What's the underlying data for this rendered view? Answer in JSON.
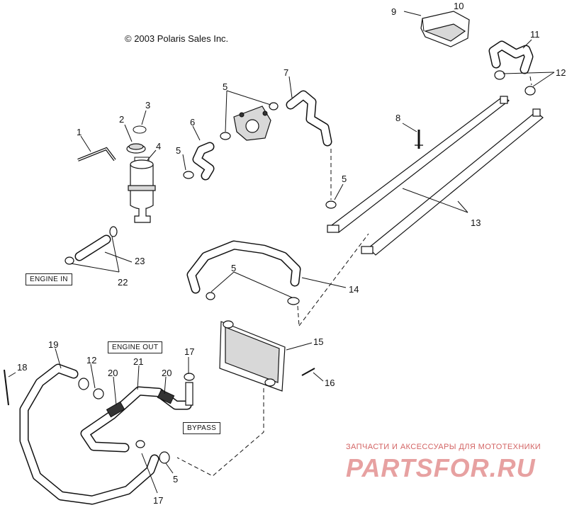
{
  "copyright": "© 2003 Polaris Sales Inc.",
  "labels": {
    "engine_in": "ENGINE IN",
    "engine_out": "ENGINE OUT",
    "bypass": "BYPASS"
  },
  "callouts": {
    "c1": "1",
    "c2": "2",
    "c3": "3",
    "c4": "4",
    "c5a": "5",
    "c5b": "5",
    "c5c": "5",
    "c5d": "5",
    "c5e": "5",
    "c6": "6",
    "c7": "7",
    "c8": "8",
    "c9": "9",
    "c10": "10",
    "c11": "11",
    "c12a": "12",
    "c12b": "12",
    "c13": "13",
    "c14": "14",
    "c15": "15",
    "c16": "16",
    "c17a": "17",
    "c17b": "17",
    "c18": "18",
    "c19": "19",
    "c20a": "20",
    "c20b": "20",
    "c21": "21",
    "c22": "22",
    "c23": "23"
  },
  "watermark": {
    "tagline": "ЗАПЧАСТИ И АКСЕССУАРЫ ДЛЯ МОТОТЕХНИКИ",
    "logo": "PARTSFOR.RU",
    "color": "#d36464"
  }
}
